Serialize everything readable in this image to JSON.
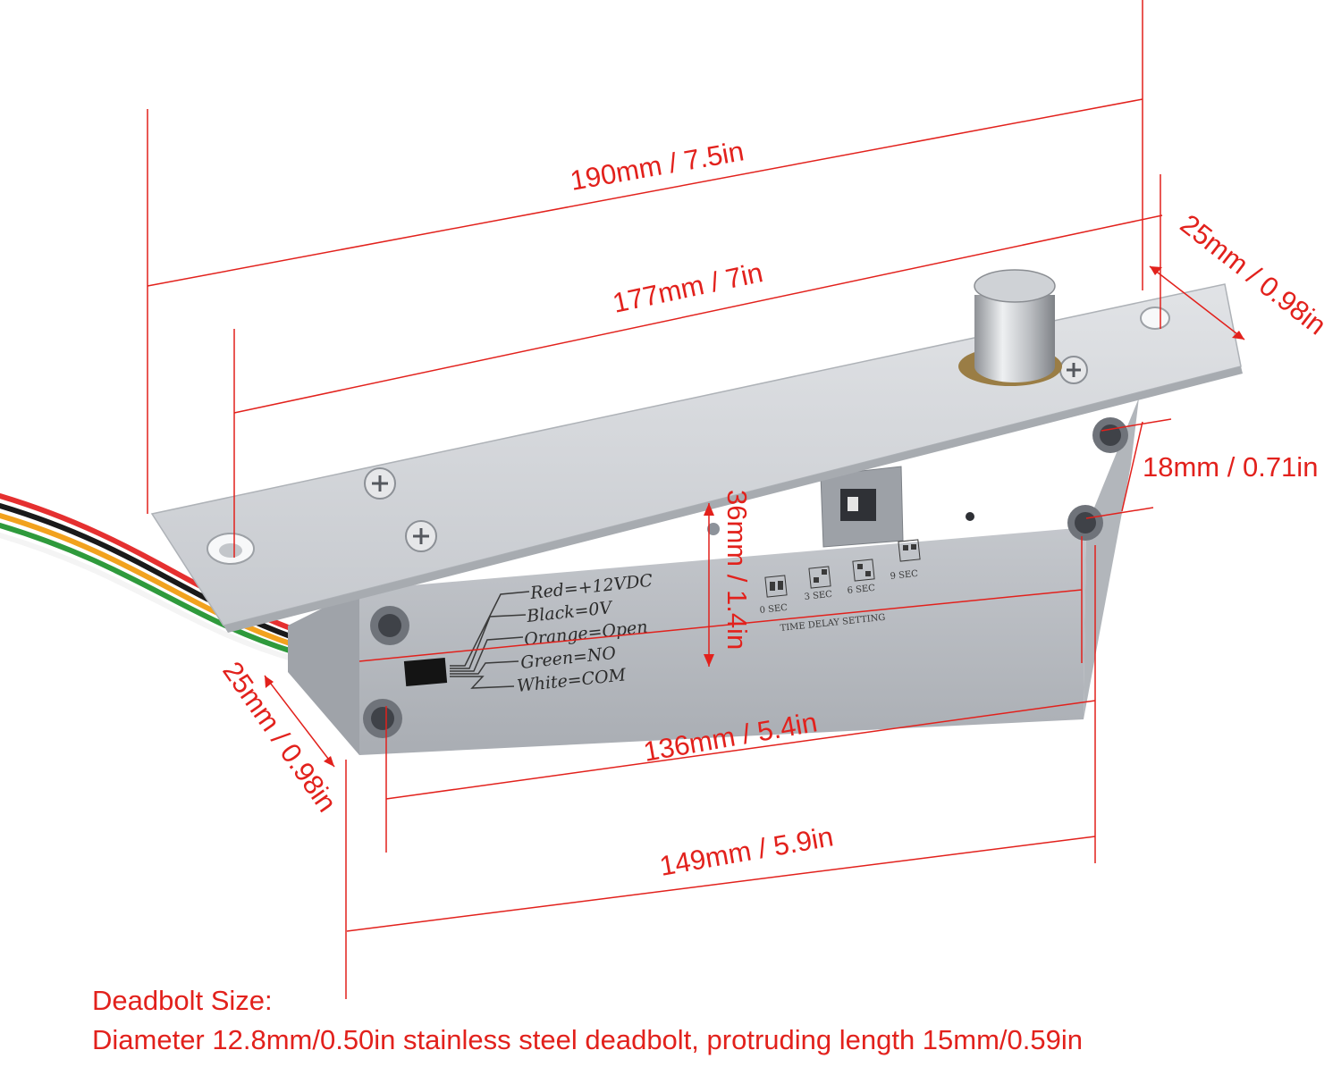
{
  "colors": {
    "dimension": "#e2211c",
    "body": "#b8bcc2",
    "plate": "#d3d6da"
  },
  "dimensions": {
    "overall_length": "190mm / 7.5in",
    "plate_length": "177mm / 7in",
    "plate_width": "25mm / 0.98in",
    "hole_spacing_vertical": "18mm / 0.71in",
    "body_height": "36mm / 1.4in",
    "hole_spacing_horizontal": "136mm / 5.4in",
    "body_width": "25mm / 0.98in",
    "body_length": "149mm / 5.9in"
  },
  "wiring_labels": [
    "Red=+12VDC",
    "Black=0V",
    "Orange=Open",
    "Green=NO",
    "White=COM"
  ],
  "time_delay": {
    "title": "TIME DELAY SETTING",
    "options": [
      "0 SEC",
      "3 SEC",
      "6 SEC",
      "9 SEC"
    ]
  },
  "wire_colors": [
    "#e53030",
    "#1a1a1a",
    "#f2a21e",
    "#2f9a3c",
    "#f4f4f4"
  ],
  "note": {
    "title": "Deadbolt Size:",
    "text": "Diameter 12.8mm/0.50in stainless steel deadbolt, protruding length 15mm/0.59in"
  }
}
